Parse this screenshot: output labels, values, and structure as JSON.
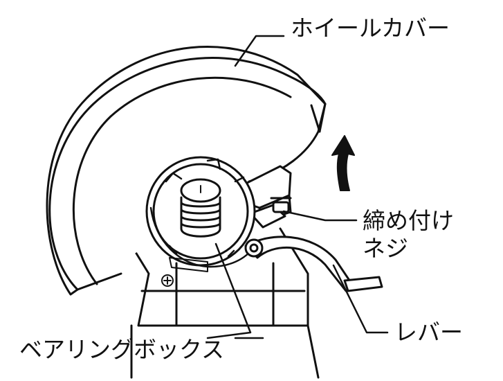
{
  "labels": {
    "wheel_cover": "ホイールカバー",
    "clamp_screw_line1": "締め付け",
    "clamp_screw_line2": "ネジ",
    "bearing_box": "ベアリングボックス",
    "lever": "レバー"
  },
  "colors": {
    "ink": "#111111",
    "background": "#ffffff"
  }
}
